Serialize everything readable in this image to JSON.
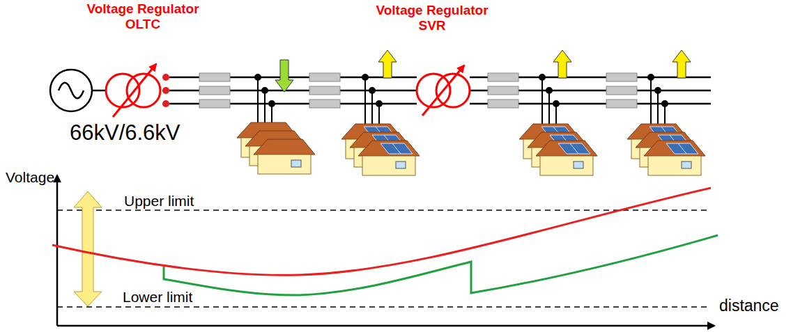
{
  "diagram": {
    "labels": [
      "Voltage Regulator OLTC",
      "Voltage Regulator SVR",
      "66kV/6.6kV",
      "Voltage",
      "Upper limit",
      "Lower limit",
      "distance"
    ]
  }
}
